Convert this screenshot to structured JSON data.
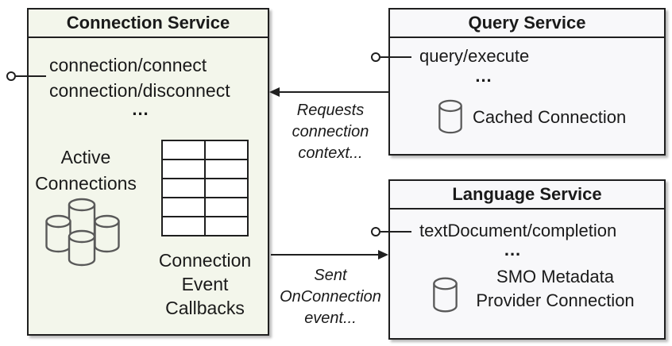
{
  "colors": {
    "connection_box_fill": "#f3f6eb",
    "service_box_fill": "#f8f8fa",
    "border": "#1f1f1f",
    "cylinder_stroke": "#595959",
    "text": "#1a1a1a"
  },
  "connection_service": {
    "title": "Connection Service",
    "methods": [
      "connection/connect",
      "connection/disconnect"
    ],
    "ellipsis": "...",
    "active_connections": {
      "line1": "Active",
      "line2": "Connections"
    },
    "callbacks": {
      "line1": "Connection",
      "line2": "Event",
      "line3": "Callbacks"
    },
    "table": {
      "rows": 5,
      "cols": 2
    }
  },
  "query_service": {
    "title": "Query Service",
    "method": "query/execute",
    "ellipsis": "...",
    "cached_connection": "Cached Connection"
  },
  "language_service": {
    "title": "Language Service",
    "method": "textDocument/completion",
    "ellipsis": "...",
    "smo": {
      "line1": "SMO Metadata",
      "line2": "Provider Connection"
    }
  },
  "arrows": {
    "request_context": {
      "line1": "Requests",
      "line2": "connection",
      "line3": "context..."
    },
    "on_connection": {
      "line1": "Sent",
      "line2": "OnConnection",
      "line3": "event..."
    }
  }
}
